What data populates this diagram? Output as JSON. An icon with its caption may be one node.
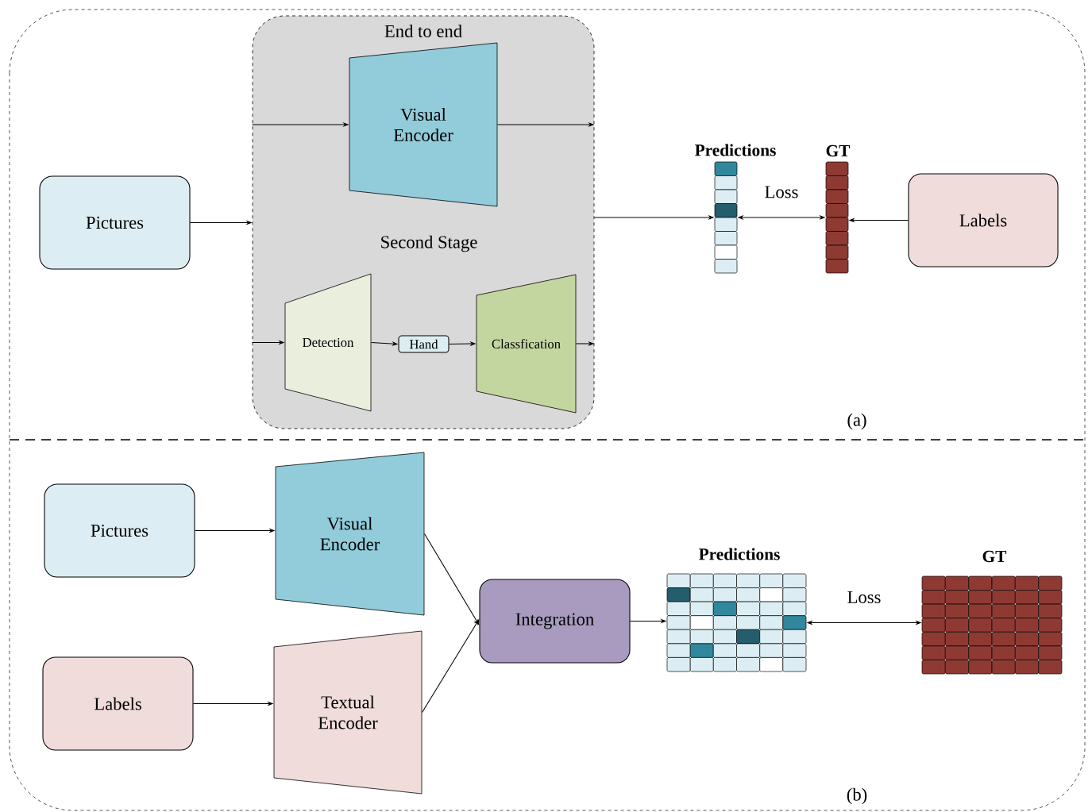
{
  "diagram": {
    "nodes": [
      {
        "text": [
          "Pictures"
        ]
      },
      {
        "text": [
          "End to end",
          "Second Stage"
        ]
      },
      {
        "text": [
          "Visual Encoder"
        ],
        "in": 1
      },
      {
        "text": [
          "Detection"
        ],
        "in": 1
      },
      {
        "text": [
          "Hand"
        ],
        "in": 1
      },
      {
        "text": [
          "Classfication"
        ],
        "in": 1
      },
      {
        "text": [
          "Predictions"
        ]
      },
      {
        "text": [
          "GT"
        ]
      },
      {
        "text": [
          "Labels"
        ]
      },
      {
        "text": [
          "Pictures"
        ]
      },
      {
        "text": [
          "Labels"
        ]
      },
      {
        "text": [
          "Visual Encoder"
        ]
      },
      {
        "text": [
          "Textual Encoder"
        ]
      },
      {
        "text": [
          "Integration"
        ]
      },
      {
        "text": [
          "Predictions"
        ]
      },
      {
        "text": [
          "GT"
        ]
      }
    ],
    "edges": [
      {
        "from": 0,
        "to": 1,
        "arrow": "to"
      },
      {
        "from": null,
        "to": 2,
        "arrow": "to"
      },
      {
        "from": 2,
        "to": null,
        "arrow": "to"
      },
      {
        "from": null,
        "to": 3,
        "arrow": "to"
      },
      {
        "from": 3,
        "to": 4,
        "arrow": "to"
      },
      {
        "from": 4,
        "to": 5,
        "arrow": "to"
      },
      {
        "from": 5,
        "to": null,
        "arrow": "to"
      },
      {
        "from": 1,
        "to": 6,
        "arrow": "to"
      },
      {
        "from": 6,
        "to": 7,
        "arrow": "both",
        "label": "Loss"
      },
      {
        "from": 8,
        "to": 7,
        "arrow": "to"
      },
      {
        "from": 9,
        "to": 11,
        "arrow": "to"
      },
      {
        "from": 10,
        "to": 12,
        "arrow": "to"
      },
      {
        "from": 11,
        "to": 13,
        "arrow": "to"
      },
      {
        "from": 12,
        "to": 13,
        "arrow": "to"
      },
      {
        "from": 13,
        "to": 14,
        "arrow": "to"
      },
      {
        "from": 14,
        "to": 15,
        "arrow": "both",
        "label": "Loss"
      }
    ],
    "labels": [
      "(a)",
      "(b)"
    ]
  }
}
